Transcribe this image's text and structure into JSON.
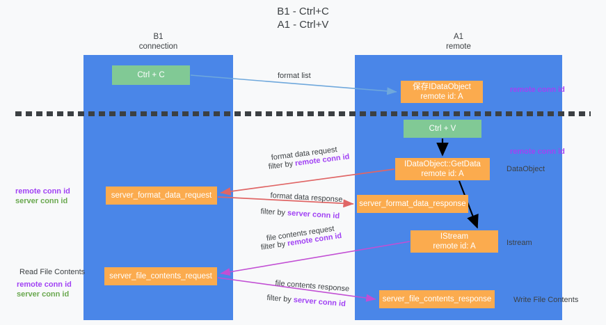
{
  "title": "B1 - Ctrl+C\nA1 - Ctrl+V",
  "colors": {
    "column": "#4a86e8",
    "node_green": "#81c995",
    "node_orange": "#fbab4e",
    "accent_purple": "#a142f4",
    "accent_green": "#6aa84f",
    "arrow_blue": "#6fa8dc",
    "arrow_red": "#e06666",
    "arrow_magenta": "#c24fd4",
    "arrow_black": "#000000",
    "background": "#f8f9fa"
  },
  "columns": {
    "b1": {
      "title": "B1\nconnection"
    },
    "a1": {
      "title": "A1\nremote"
    }
  },
  "nodes": {
    "ctrl_c": {
      "line1": "Ctrl + C",
      "line2": "",
      "kind": "green"
    },
    "dataobject_save": {
      "line1": "保存IDataObject",
      "line2": "remote id: A",
      "kind": "orange"
    },
    "ctrl_v": {
      "line1": "Ctrl + V",
      "line2": "",
      "kind": "green"
    },
    "getdata": {
      "line1": "IDataObject::GetData",
      "line2": "remote id: A",
      "kind": "orange"
    },
    "server_format_data_request": {
      "line1": "server_format_data_request",
      "line2": "",
      "kind": "orange"
    },
    "server_format_data_response": {
      "line1": "server_format_data_response",
      "line2": "",
      "kind": "orange"
    },
    "istream": {
      "line1": "IStream",
      "line2": "remote id: A",
      "kind": "orange"
    },
    "server_file_contents_request": {
      "line1": "server_file_contents_request",
      "line2": "",
      "kind": "orange"
    },
    "server_file_contents_response": {
      "line1": "server_file_contents_response",
      "line2": "",
      "kind": "orange"
    }
  },
  "edge_labels": {
    "format_list": "format list",
    "format_data_request": "format data request",
    "format_data_request_filter_prefix": "filter by ",
    "format_data_request_filter_key": "remote conn id",
    "format_data_response": "format data response",
    "format_data_response_filter_prefix": "filter by ",
    "format_data_response_filter_key": "server conn id",
    "file_contents_request": "file contents request",
    "file_contents_request_filter_prefix": "filter by ",
    "file_contents_request_filter_key": "remote conn id",
    "file_contents_response": "file contents response",
    "file_contents_response_filter_prefix": "filter by ",
    "file_contents_response_filter_key": "server conn id"
  },
  "side_labels": {
    "right_remote_conn_id_top": "remote conn id",
    "right_remote_conn_id_mid": "remote conn id",
    "right_dataobject": "DataObject",
    "right_istream": "Istream",
    "right_write_file_contents": "Write File Contents",
    "left_remote_conn_id_mid": "remote conn id",
    "left_server_conn_id_mid": "server conn id",
    "left_read_file_contents": "Read File Contents",
    "left_remote_conn_id_bottom": "remote conn id",
    "left_server_conn_id_bottom": "server conn id"
  }
}
